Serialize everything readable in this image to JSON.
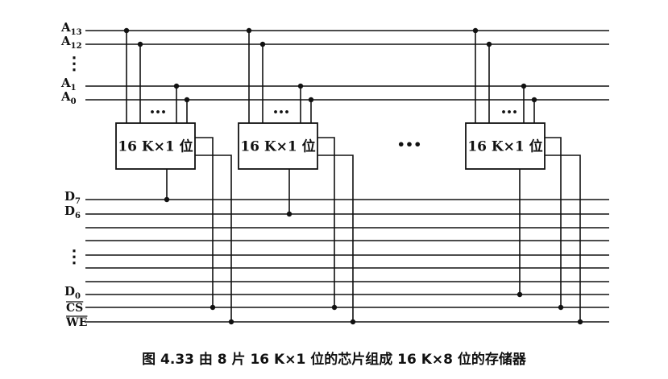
{
  "figure": {
    "caption": "图 4.33   由 8 片 16 K×1 位的芯片组成 16 K×8 位的存储器",
    "address_lines": [
      {
        "base": "A",
        "sub": "13"
      },
      {
        "base": "A",
        "sub": "12"
      },
      {
        "base": "A",
        "sub": "1"
      },
      {
        "base": "A",
        "sub": "0"
      }
    ],
    "data_lines": [
      {
        "base": "D",
        "sub": "7"
      },
      {
        "base": "D",
        "sub": "6"
      },
      {
        "base": "D",
        "sub": "0"
      }
    ],
    "control_lines": [
      "CS",
      "WE"
    ],
    "chips": [
      {
        "label": "16 K×1 位"
      },
      {
        "label": "16 K×1 位"
      },
      {
        "label": "16 K×1 位"
      }
    ],
    "ellipsis_small": "•••",
    "ellipsis_between": "•••",
    "vertical_ellipsis": "⋮"
  }
}
